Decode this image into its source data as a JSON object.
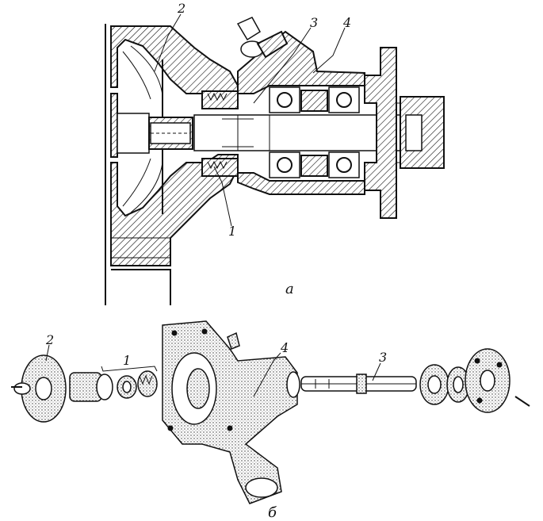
{
  "figure": {
    "top_view_caption": "а",
    "bottom_view_caption": "б"
  },
  "callouts": {
    "top": [
      {
        "id": "1",
        "text": "1"
      },
      {
        "id": "2",
        "text": "2"
      },
      {
        "id": "3",
        "text": "3"
      },
      {
        "id": "4",
        "text": "4"
      }
    ],
    "bottom": [
      {
        "id": "1",
        "text": "1"
      },
      {
        "id": "2",
        "text": "2"
      },
      {
        "id": "3",
        "text": "3"
      },
      {
        "id": "4",
        "text": "4"
      }
    ]
  }
}
